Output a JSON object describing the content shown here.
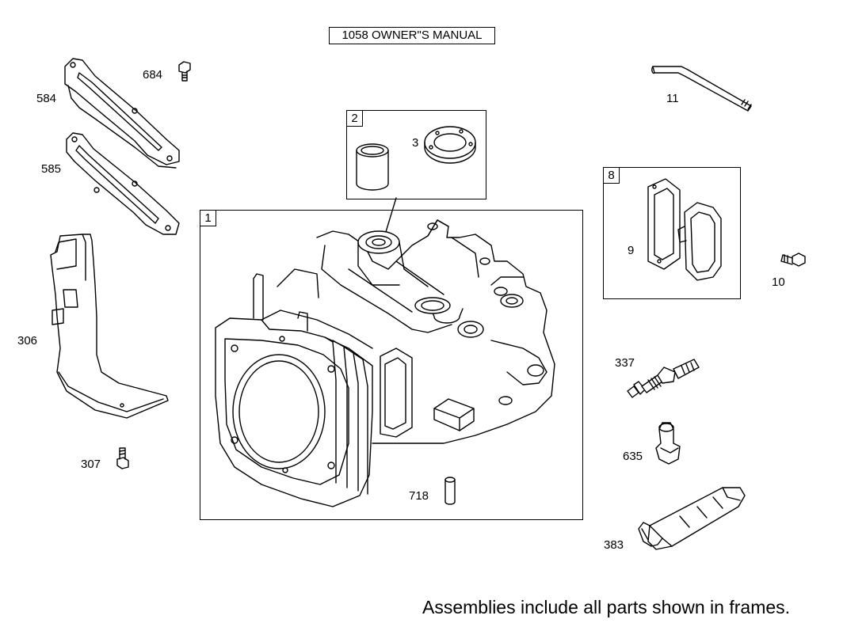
{
  "header": {
    "manual_label": "1058 OWNER\"S MANUAL"
  },
  "frames": [
    {
      "key": "frame-1",
      "label": "1"
    },
    {
      "key": "frame-2",
      "label": "2"
    },
    {
      "key": "frame-8",
      "label": "8"
    }
  ],
  "parts": {
    "p584": "584",
    "p684": "684",
    "p585": "585",
    "p306": "306",
    "p307": "307",
    "p3": "3",
    "p718": "718",
    "p11": "11",
    "p9": "9",
    "p10": "10",
    "p337": "337",
    "p635": "635",
    "p383": "383"
  },
  "footer": {
    "note": "Assemblies include all parts shown in frames."
  },
  "colors": {
    "line": "#000000",
    "background": "#ffffff"
  }
}
